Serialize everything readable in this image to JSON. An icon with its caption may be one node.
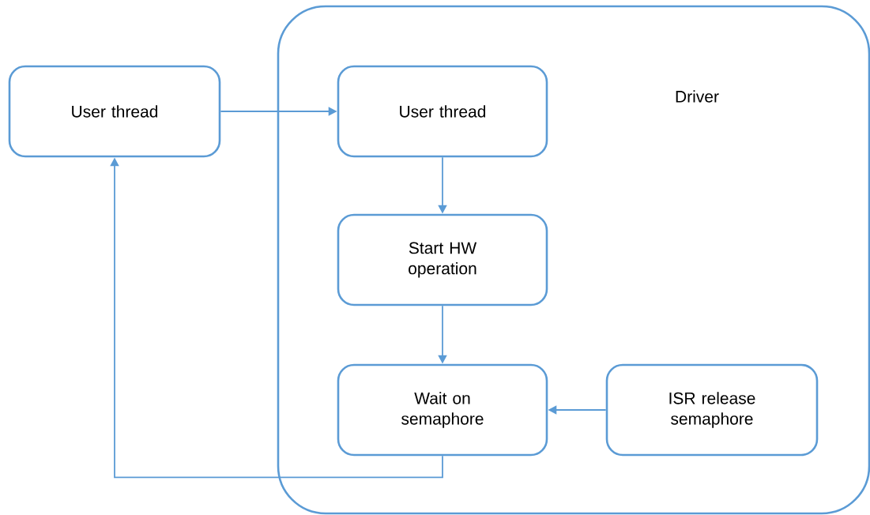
{
  "diagram": {
    "nodes": [
      {
        "text": [
          "Driver"
        ]
      },
      {
        "text": [
          "User thread"
        ]
      },
      {
        "text": [
          "User thread"
        ],
        "in": 0
      },
      {
        "text": [
          "Start HW operation"
        ],
        "in": 0
      },
      {
        "text": [
          "Wait on semaphore"
        ],
        "in": 0
      },
      {
        "text": [
          "ISR release semaphore"
        ],
        "in": 0
      }
    ],
    "edges": [
      {
        "from": 1,
        "to": 2,
        "arrow": "to"
      },
      {
        "from": 2,
        "to": 3,
        "arrow": "to"
      },
      {
        "from": 3,
        "to": 4,
        "arrow": "to"
      },
      {
        "from": 5,
        "to": 4,
        "arrow": "to"
      },
      {
        "from": 4,
        "to": 1,
        "arrow": "to"
      }
    ]
  }
}
